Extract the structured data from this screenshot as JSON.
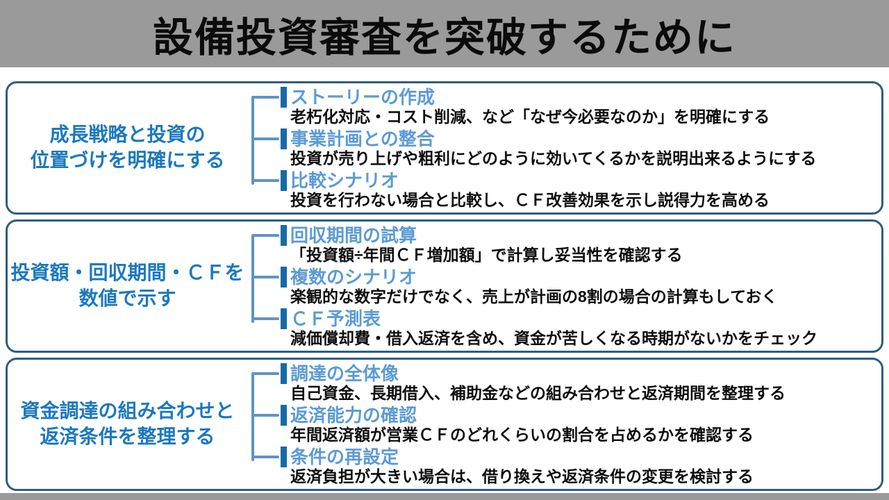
{
  "header": {
    "title": "設備投資審査を突破するために"
  },
  "colors": {
    "header_bg": "#9a9a9a",
    "box_border": "#2e5d80",
    "section_label_blue": "#1b78c0",
    "item_title_blue": "#5b9bd5",
    "item_bar_blue": "#166ba5",
    "tree_line_blue": "#6093c6",
    "text_black": "#0d0d0d"
  },
  "sections": [
    {
      "label": [
        "成長戦略と投資の",
        "位置づけを明確にする"
      ],
      "items": [
        {
          "title": "ストーリーの作成",
          "desc": "老朽化対応・コスト削減、など「なぜ今必要なのか」を明確にする"
        },
        {
          "title": "事業計画との整合",
          "desc": "投資が売り上げや粗利にどのように効いてくるかを説明出来るようにする"
        },
        {
          "title": "比較シナリオ",
          "desc": "投資を行わない場合と比較し、ＣＦ改善効果を示し説得力を高める"
        }
      ]
    },
    {
      "label": [
        "投資額・回収期間・ＣＦを",
        "数値で示す"
      ],
      "items": [
        {
          "title": "回収期間の試算",
          "desc": "「投資額÷年間ＣＦ増加額」で計算し妥当性を確認する"
        },
        {
          "title": "複数のシナリオ",
          "desc": "楽観的な数字だけでなく、売上が計画の8割の場合の計算もしておく"
        },
        {
          "title": "ＣＦ予測表",
          "desc": "減価償却費・借入返済を含め、資金が苦しくなる時期がないかをチェック"
        }
      ]
    },
    {
      "label": [
        "資金調達の組み合わせと",
        "返済条件を整理する"
      ],
      "items": [
        {
          "title": "調達の全体像",
          "desc": "自己資金、長期借入、補助金などの組み合わせと返済期間を整理する"
        },
        {
          "title": "返済能力の確認",
          "desc": "年間返済額が営業ＣＦのどれくらいの割合を占めるかを確認する"
        },
        {
          "title": "条件の再設定",
          "desc": "返済負担が大きい場合は、借り換えや返済条件の変更を検討する"
        }
      ]
    }
  ]
}
